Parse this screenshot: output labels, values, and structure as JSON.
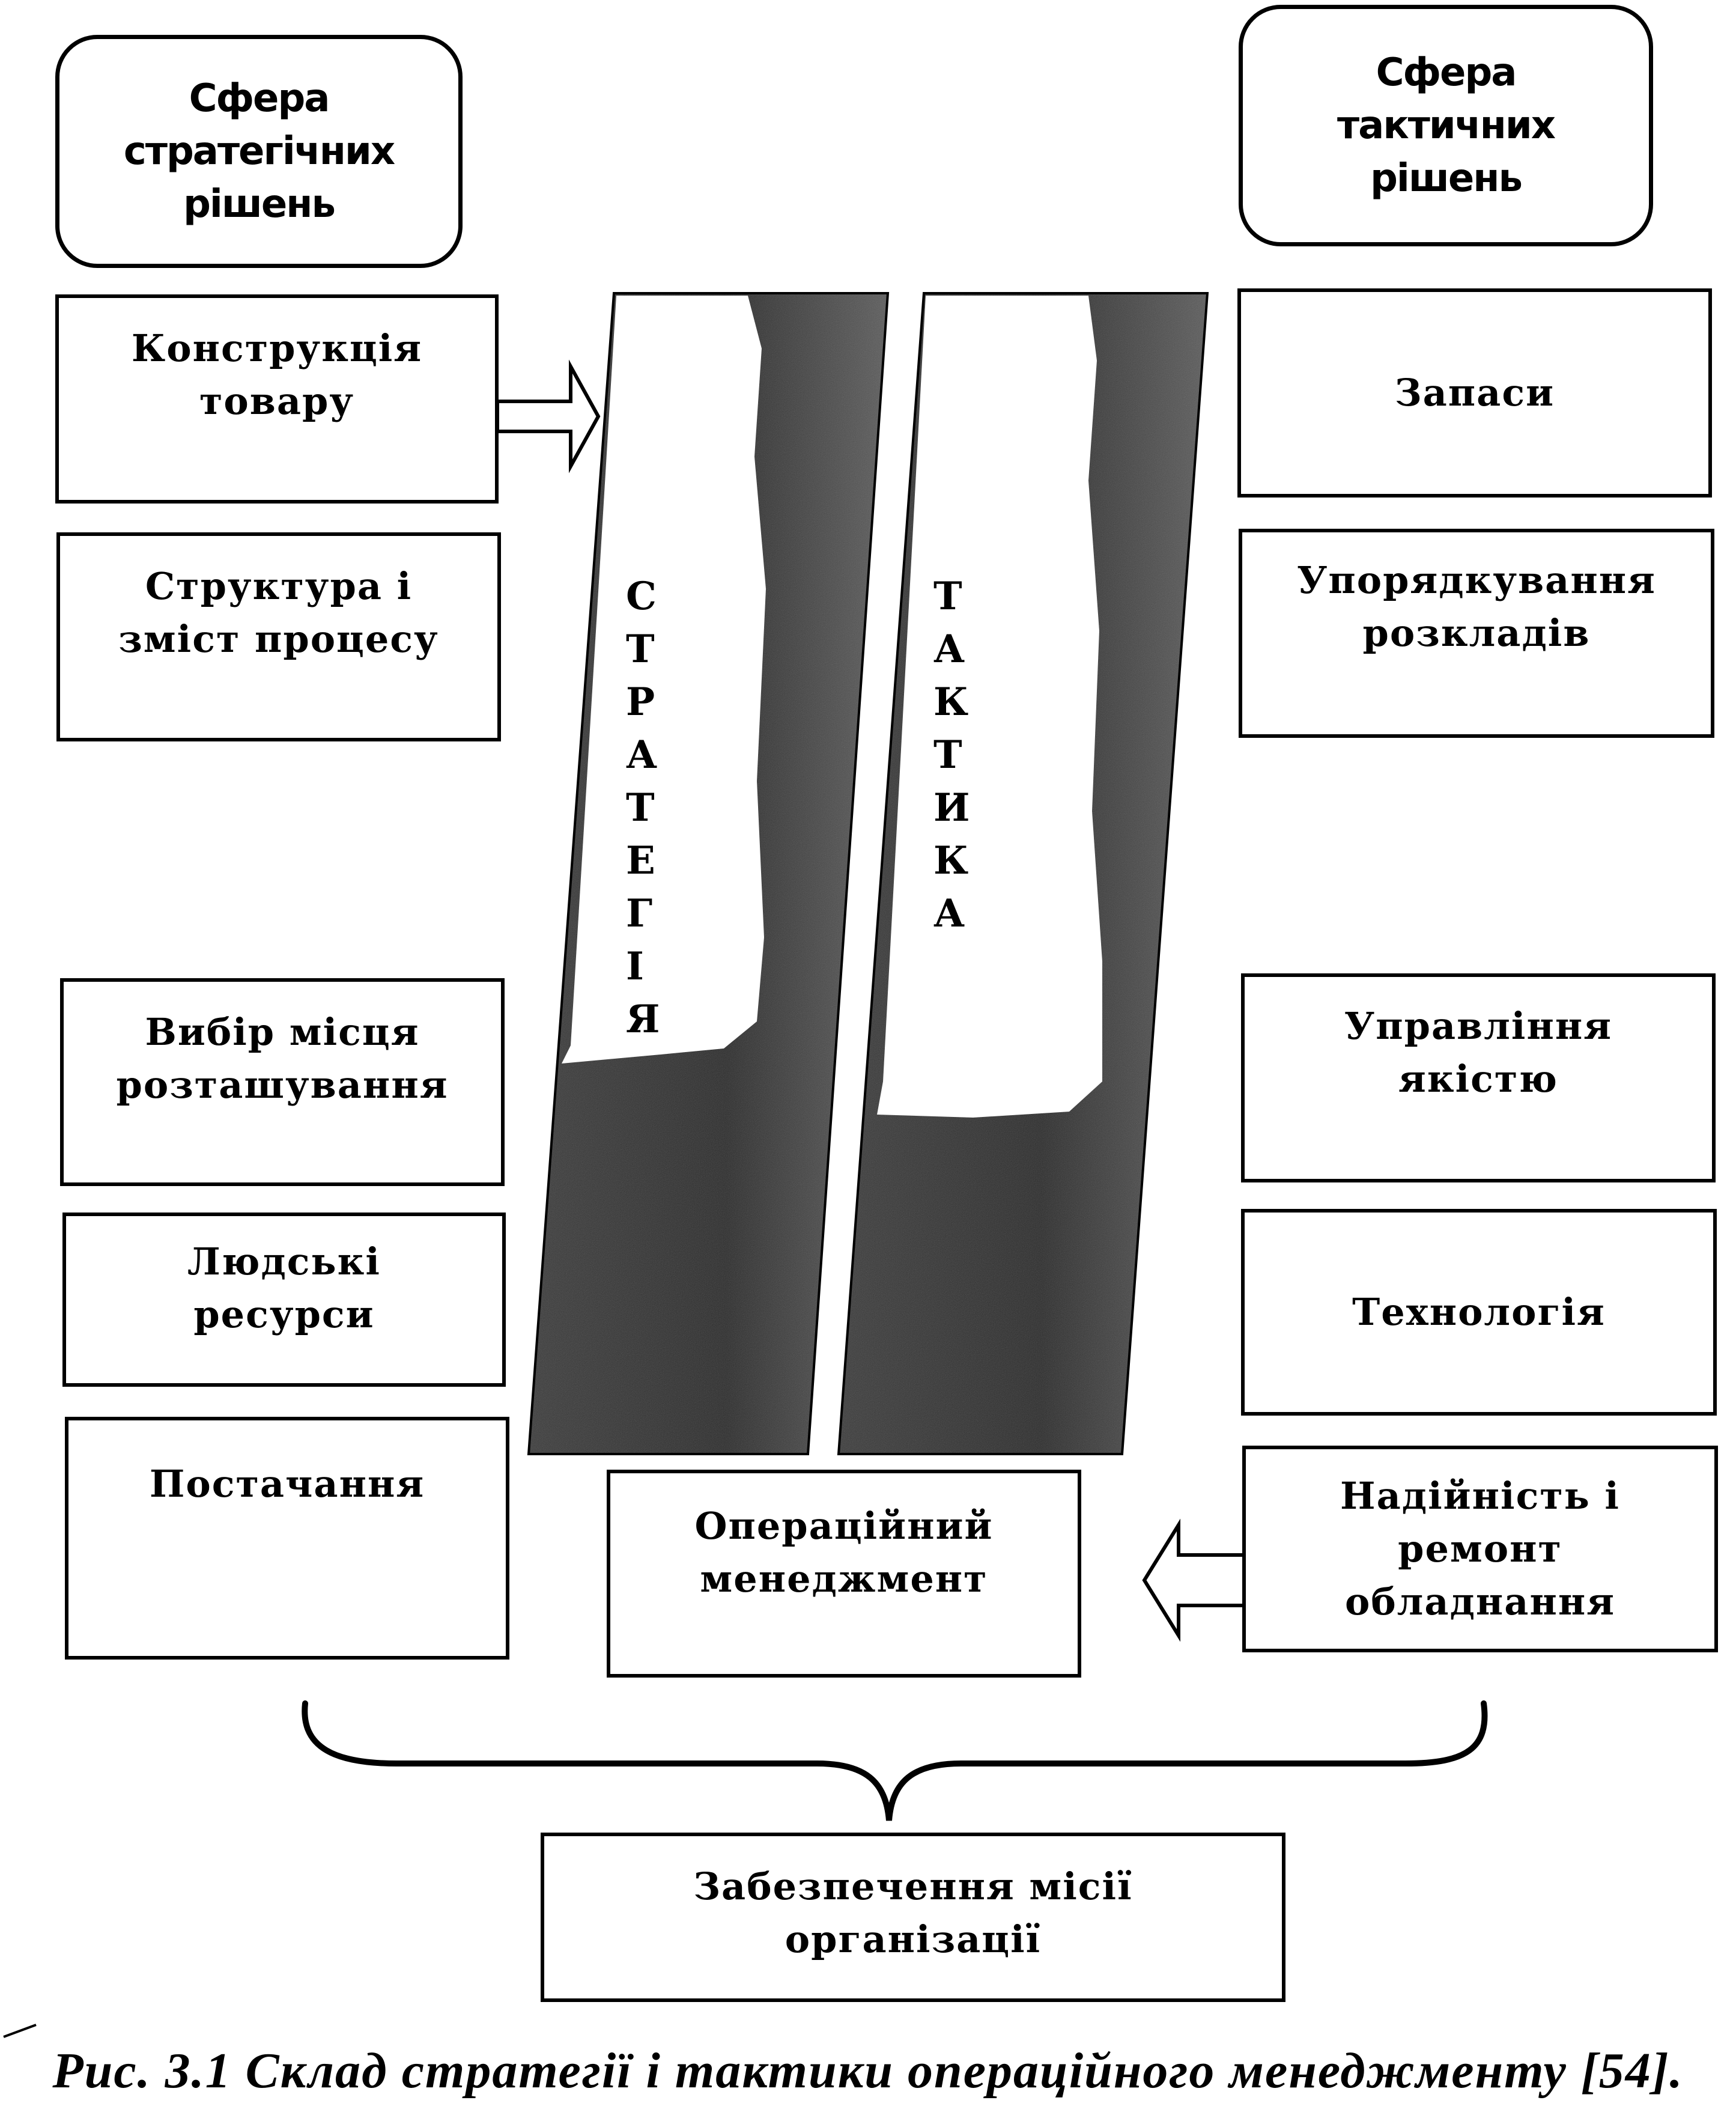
{
  "headers": {
    "strategic": "Сфера\nстратегічних\nрішень",
    "tactical": "Сфера\nтактичних\nрішень"
  },
  "left_boxes": [
    "Конструкція\nтовару",
    "Структура і\nзміст процесу",
    "Вибір місця\nрозташування",
    "Людські\nресурси",
    "Постачання"
  ],
  "right_boxes": [
    "Запаси",
    "Упорядкування\nрозкладів",
    "Управління\nякістю",
    "Технологія",
    "Надійність і\nремонт\nобладнання"
  ],
  "bands": {
    "strategy": [
      "С",
      "Т",
      "Р",
      "А",
      "Т",
      "Е",
      "Г",
      "І",
      "Я"
    ],
    "tactics": [
      "Т",
      "А",
      "К",
      "Т",
      "И",
      "К",
      "А"
    ]
  },
  "center_box": "Операційний\nменеджмент",
  "mission_box": "Забезпечення місії\nорганізації",
  "caption": "Рис. 3.1 Склад стратегії і тактики операційного менеджменту [54]."
}
